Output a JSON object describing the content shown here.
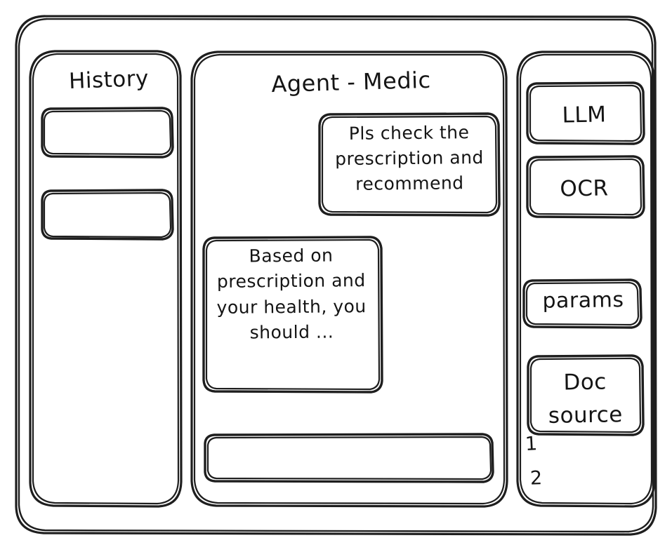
{
  "window": {
    "frame_label": "app-window"
  },
  "sidebar_left": {
    "title": "History",
    "items": [
      {
        "label": "",
        "name": "history-item-1"
      },
      {
        "label": "",
        "name": "history-item-2"
      }
    ]
  },
  "main": {
    "title": "Agent - Medic",
    "messages": [
      {
        "role": "user",
        "text": "Pls check the prescription and recommend"
      },
      {
        "role": "agent",
        "text": "Based on prescription and your health, you should ..."
      }
    ],
    "composer": {
      "value": "",
      "placeholder": ""
    }
  },
  "sidebar_right": {
    "tools": [
      {
        "label": "LLM"
      },
      {
        "label": "OCR"
      },
      {
        "label": "params"
      },
      {
        "label": "Doc source"
      }
    ],
    "doc_sources": [
      {
        "label": "1"
      },
      {
        "label": "2"
      }
    ]
  },
  "style": {
    "stroke": "#1e1e1e",
    "background": "#ffffff"
  }
}
